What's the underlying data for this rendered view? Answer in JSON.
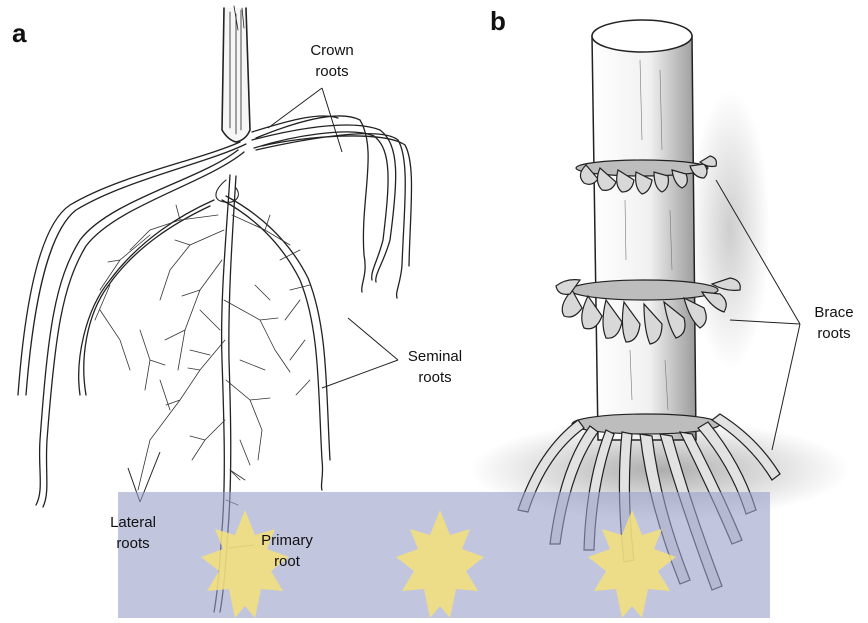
{
  "panels": [
    {
      "letter": "a",
      "labels": {
        "crown": [
          "Crown",
          "roots"
        ],
        "seminal": [
          "Seminal",
          "roots"
        ],
        "lateral": [
          "Lateral",
          "roots"
        ],
        "primary": [
          "Primary",
          "root"
        ]
      }
    },
    {
      "letter": "b",
      "labels": {
        "brace": [
          "Brace",
          "roots"
        ]
      }
    }
  ],
  "watermark": {
    "band_color": "#9a9ec8",
    "emblem_color": "#f4e07a"
  }
}
